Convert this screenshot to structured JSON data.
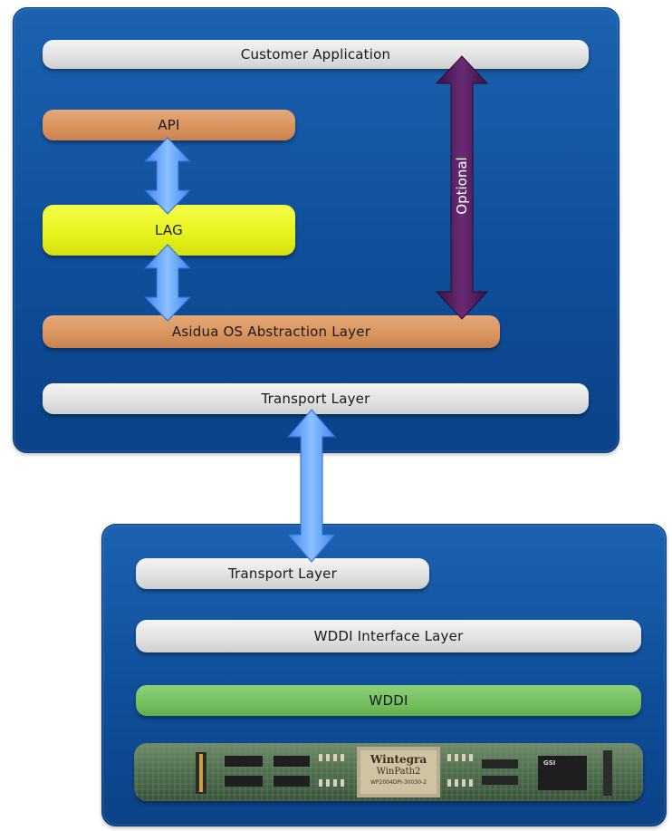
{
  "host": {
    "customer_application": "Customer Application",
    "api": "API",
    "lag": "LAG",
    "os_abstraction": "Asidua OS Abstraction Layer",
    "transport": "Transport Layer",
    "optional": "Optional"
  },
  "target": {
    "transport": "Transport Layer",
    "wddi_interface": "WDDI Interface Layer",
    "wddi": "WDDI",
    "board": {
      "chip_brand": "Wintegra",
      "chip_model": "WinPath2",
      "chip_code": "WP2004DPI-30030-2",
      "gsi_label": "GSI"
    }
  },
  "colors": {
    "panel": "#1059a8",
    "arrow_blue": "#5b9dff",
    "arrow_purple": "#4f1a5a",
    "bar_grey": "#e6e6e6",
    "bar_orange": "#d8935d",
    "bar_yellow": "#ecf423",
    "bar_green": "#74bf5e"
  }
}
